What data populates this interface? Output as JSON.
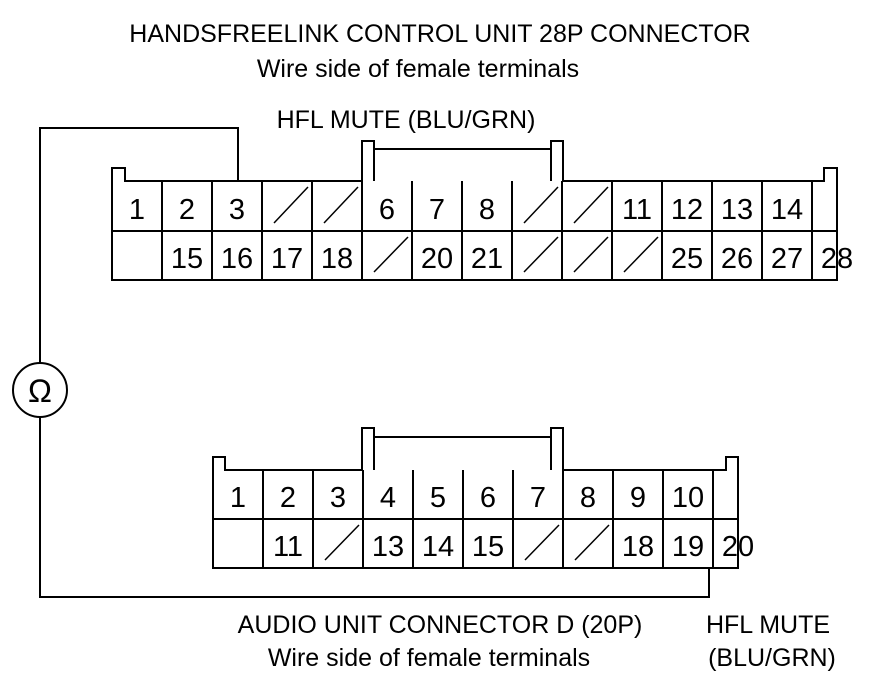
{
  "top_connector": {
    "title": "HANDSFREELINK CONTROL UNIT 28P CONNECTOR",
    "subtitle": "Wire side of female terminals",
    "wire_label": "HFL MUTE (BLU/GRN)",
    "row1": [
      "1",
      "2",
      "3",
      "",
      "",
      "6",
      "7",
      "8",
      "",
      "",
      "11",
      "12",
      "13",
      "14",
      ""
    ],
    "row2": [
      "",
      "15",
      "16",
      "17",
      "18",
      "",
      "20",
      "21",
      "",
      "",
      "",
      "25",
      "26",
      "27",
      "28"
    ]
  },
  "bottom_connector": {
    "title": "AUDIO UNIT CONNECTOR D (20P)",
    "subtitle": "Wire side of female terminals",
    "wire_label_line1": "HFL MUTE",
    "wire_label_line2": "(BLU/GRN)",
    "row1": [
      "1",
      "2",
      "3",
      "4",
      "5",
      "6",
      "7",
      "8",
      "9",
      "10",
      ""
    ],
    "row2": [
      "",
      "11",
      "",
      "13",
      "14",
      "15",
      "",
      "",
      "18",
      "19",
      "20"
    ]
  },
  "meter_symbol": "Ω",
  "colors": {
    "line": "#000000",
    "background": "#ffffff"
  }
}
